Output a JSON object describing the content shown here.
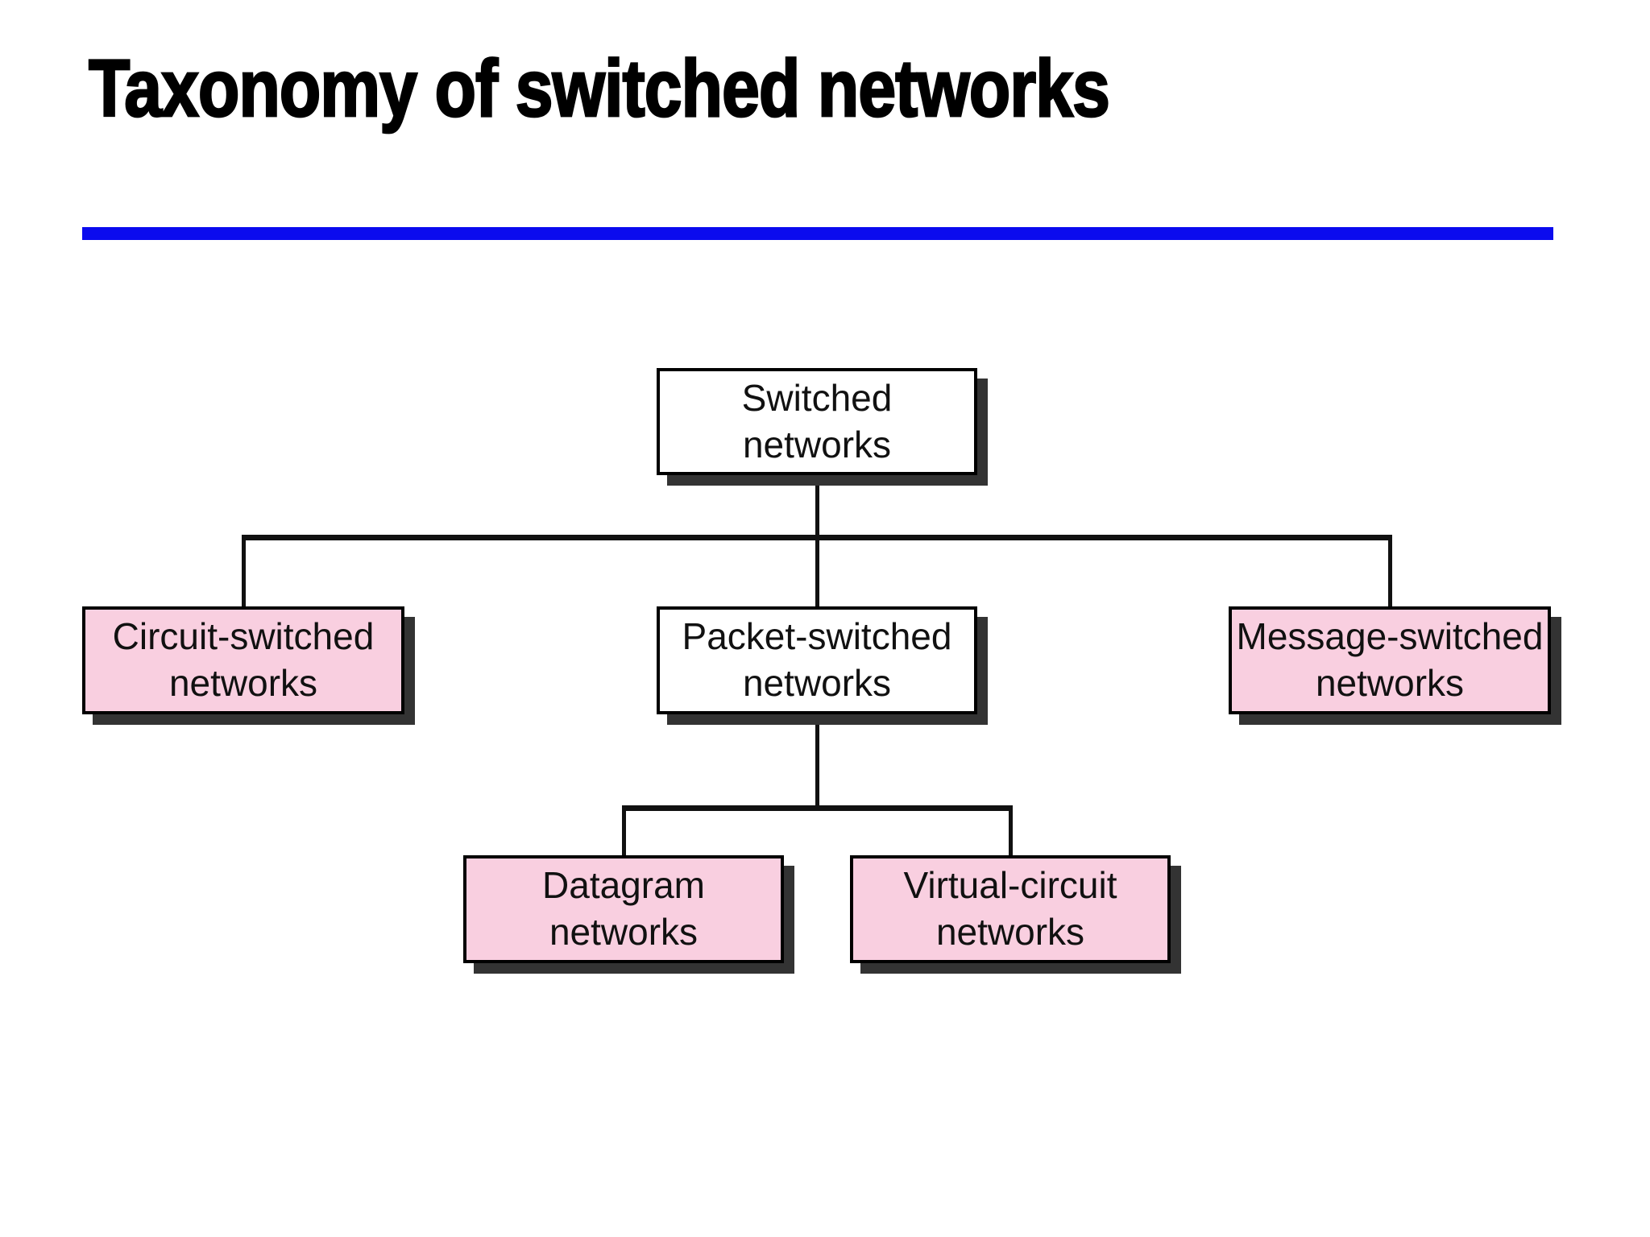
{
  "slide": {
    "title": "Taxonomy of switched networks"
  },
  "colors": {
    "divider_blue": "#0b0bee",
    "node_pink": "#f9cfe0",
    "node_white": "#ffffff",
    "box_shadow_gray": "#333333",
    "line_black": "#111111"
  },
  "diagram": {
    "nodes": {
      "root": {
        "label": "Switched\nnetworks",
        "fill": "#ffffff"
      },
      "circuit": {
        "label": "Circuit-switched\nnetworks",
        "fill": "#f9cfe0"
      },
      "packet": {
        "label": "Packet-switched\nnetworks",
        "fill": "#ffffff"
      },
      "message": {
        "label": "Message-switched\nnetworks",
        "fill": "#f9cfe0"
      },
      "datagram": {
        "label": "Datagram\nnetworks",
        "fill": "#f9cfe0"
      },
      "virtual_circuit": {
        "label": "Virtual-circuit\nnetworks",
        "fill": "#f9cfe0"
      }
    }
  }
}
